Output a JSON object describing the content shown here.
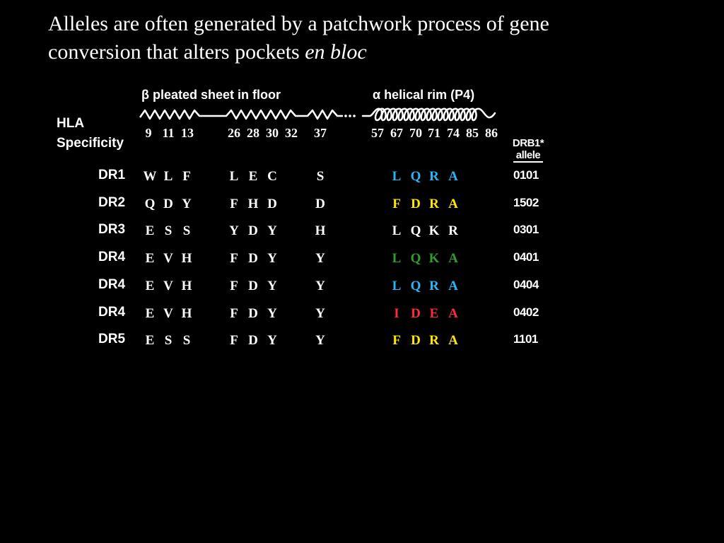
{
  "title": {
    "line1": "Alleles are often generated by a patchwork process of gene",
    "line2_prefix": "conversion that alters pockets ",
    "line2_italic": "en bloc"
  },
  "sections": {
    "beta": "β pleated sheet in floor",
    "alpha": "α helical rim (P4)"
  },
  "hla_label": {
    "line1": "HLA",
    "line2": "Specificity"
  },
  "allele_header": {
    "line1": "DRB1*",
    "line2": "allele"
  },
  "positions": [
    "9",
    "11",
    "13",
    "26",
    "28",
    "30",
    "32",
    "37",
    "57",
    "67",
    "70",
    "71",
    "74",
    "85",
    "86"
  ],
  "colors": {
    "white": "#ffffff",
    "blue": "#29b6f6",
    "yellow": "#ffe600",
    "green": "#2e9e2e",
    "red": "#ff2a3c"
  },
  "rows": [
    {
      "label": "DR1",
      "floor": [
        "W",
        "L",
        "F",
        "L",
        "E",
        "C",
        "S"
      ],
      "rim": [
        "L",
        "Q",
        "R",
        "A"
      ],
      "rim_color": "blue",
      "allele": "0101"
    },
    {
      "label": "DR2",
      "floor": [
        "Q",
        "D",
        "Y",
        "F",
        "H",
        "D",
        "D"
      ],
      "rim": [
        "F",
        "D",
        "R",
        "A"
      ],
      "rim_color": "yellow",
      "allele": "1502"
    },
    {
      "label": "DR3",
      "floor": [
        "E",
        "S",
        "S",
        "Y",
        "D",
        "Y",
        "H"
      ],
      "rim": [
        "L",
        "Q",
        "K",
        "R"
      ],
      "rim_color": "white",
      "allele": "0301"
    },
    {
      "label": "DR4",
      "floor": [
        "E",
        "V",
        "H",
        "F",
        "D",
        "Y",
        "Y"
      ],
      "rim": [
        "L",
        "Q",
        "K",
        "A"
      ],
      "rim_color": "green",
      "allele": "0401"
    },
    {
      "label": "DR4",
      "floor": [
        "E",
        "V",
        "H",
        "F",
        "D",
        "Y",
        "Y"
      ],
      "rim": [
        "L",
        "Q",
        "R",
        "A"
      ],
      "rim_color": "blue",
      "allele": "0404"
    },
    {
      "label": "DR4",
      "floor": [
        "E",
        "V",
        "H",
        "F",
        "D",
        "Y",
        "Y"
      ],
      "rim": [
        "I",
        "D",
        "E",
        "A"
      ],
      "rim_color": "red",
      "allele": "0402"
    },
    {
      "label": "DR5",
      "floor": [
        "E",
        "S",
        "S",
        "F",
        "D",
        "Y",
        "Y"
      ],
      "rim": [
        "F",
        "D",
        "R",
        "A"
      ],
      "rim_color": "yellow",
      "allele": "1101"
    }
  ]
}
